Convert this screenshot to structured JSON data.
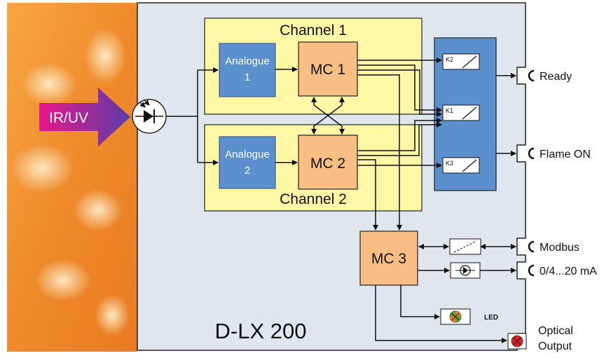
{
  "title": "D-LX 200",
  "flame_input": "IR/UV",
  "channels": [
    {
      "label": "Channel 1",
      "analogue": [
        "Analogue",
        "1"
      ],
      "mc": "MC 1"
    },
    {
      "label": "Channel 2",
      "analogue": [
        "Analogue",
        "2"
      ],
      "mc": "MC 2"
    }
  ],
  "mc3": "MC 3",
  "relays": [
    "K2",
    "K1",
    "K3"
  ],
  "outputs": {
    "ready": "Ready",
    "flame_on": "Flame ON",
    "modbus": "Modbus",
    "analog_out": "0/4...20 mA",
    "led": "LED",
    "optical": [
      "Optical",
      "Output"
    ]
  },
  "colors": {
    "housing": "#dfe6ee",
    "channel_box": "#fdf7a6",
    "analogue_block": "#5b8fce",
    "mc_block": "#f9be84",
    "relay_panel": "#5b8fce",
    "arrow_gradient": [
      "#e8158c",
      "#5a3ea8"
    ]
  }
}
